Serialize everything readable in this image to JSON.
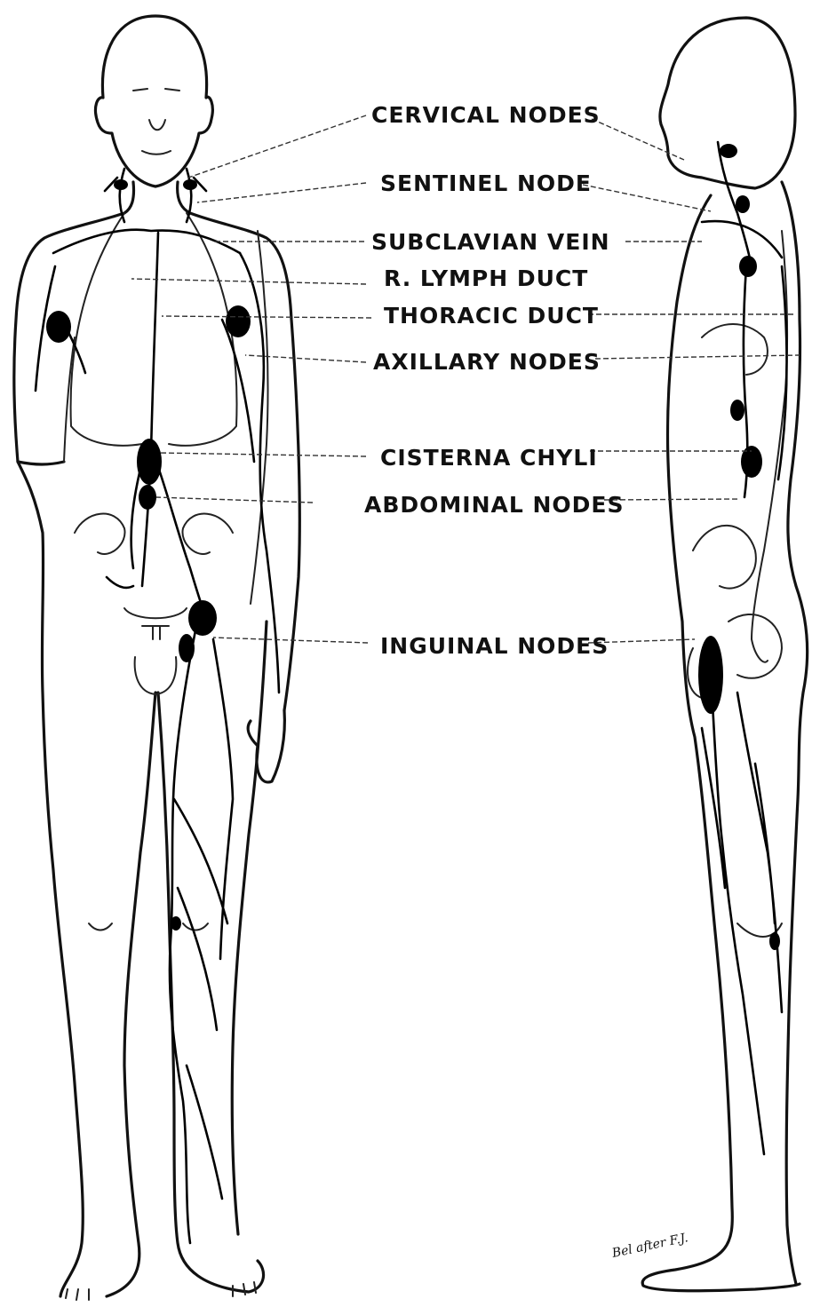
{
  "labels": [
    {
      "id": "cervical-nodes",
      "text": "CERVICAL NODES"
    },
    {
      "id": "sentinel-node",
      "text": "SENTINEL NODE"
    },
    {
      "id": "subclavian-vein",
      "text": "SUBCLAVIAN VEIN"
    },
    {
      "id": "r-lymph-duct",
      "text": "R. LYMPH DUCT"
    },
    {
      "id": "thoracic-duct",
      "text": "THORACIC DUCT"
    },
    {
      "id": "axillary-nodes",
      "text": "AXILLARY NODES"
    },
    {
      "id": "cisterna-chyli",
      "text": "CISTERNA CHYLI"
    },
    {
      "id": "abdominal-nodes",
      "text": "ABDOMINAL NODES"
    },
    {
      "id": "inguinal-nodes",
      "text": "INGUINAL NODES"
    }
  ],
  "signature": "Bel after F.J."
}
